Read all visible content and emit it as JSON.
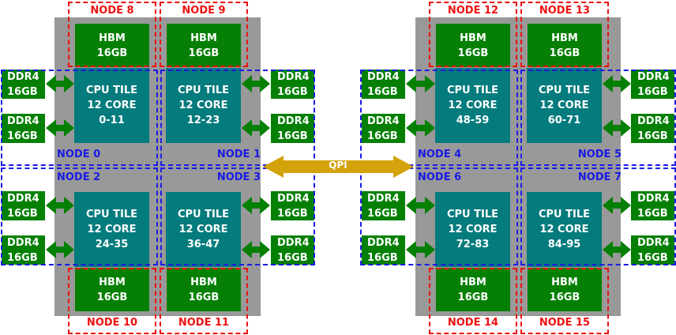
{
  "colors": {
    "package": "#999999",
    "memory": "#058005",
    "cpu_tile": "#047b7d",
    "hbm_node_outline": "#ee1111",
    "ddr_node_outline": "#1a1ae6",
    "qpi": "#d4a20a"
  },
  "qpi": {
    "label": "QPI"
  },
  "packages": [
    {
      "cpu_tiles": [
        {
          "l1": "CPU TILE",
          "l2": "12 CORE",
          "l3": "0-11"
        },
        {
          "l1": "CPU TILE",
          "l2": "12 CORE",
          "l3": "12-23"
        },
        {
          "l1": "CPU TILE",
          "l2": "12 CORE",
          "l3": "24-35"
        },
        {
          "l1": "CPU TILE",
          "l2": "12 CORE",
          "l3": "36-47"
        }
      ],
      "hbm": [
        {
          "l1": "HBM",
          "l2": "16GB",
          "node": "NODE 8"
        },
        {
          "l1": "HBM",
          "l2": "16GB",
          "node": "NODE 9"
        },
        {
          "l1": "HBM",
          "l2": "16GB",
          "node": "NODE 10"
        },
        {
          "l1": "HBM",
          "l2": "16GB",
          "node": "NODE 11"
        }
      ],
      "ddr_nodes": [
        "NODE 0",
        "NODE 1",
        "NODE 2",
        "NODE 3"
      ],
      "ddr": [
        {
          "l1": "DDR4",
          "l2": "16GB"
        },
        {
          "l1": "DDR4",
          "l2": "16GB"
        },
        {
          "l1": "DDR4",
          "l2": "16GB"
        },
        {
          "l1": "DDR4",
          "l2": "16GB"
        },
        {
          "l1": "DDR4",
          "l2": "16GB"
        },
        {
          "l1": "DDR4",
          "l2": "16GB"
        },
        {
          "l1": "DDR4",
          "l2": "16GB"
        },
        {
          "l1": "DDR4",
          "l2": "16GB"
        }
      ]
    },
    {
      "cpu_tiles": [
        {
          "l1": "CPU TILE",
          "l2": "12 CORE",
          "l3": "48-59"
        },
        {
          "l1": "CPU TILE",
          "l2": "12 CORE",
          "l3": "60-71"
        },
        {
          "l1": "CPU TILE",
          "l2": "12 CORE",
          "l3": "72-83"
        },
        {
          "l1": "CPU TILE",
          "l2": "12 CORE",
          "l3": "84-95"
        }
      ],
      "hbm": [
        {
          "l1": "HBM",
          "l2": "16GB",
          "node": "NODE 12"
        },
        {
          "l1": "HBM",
          "l2": "16GB",
          "node": "NODE 13"
        },
        {
          "l1": "HBM",
          "l2": "16GB",
          "node": "NODE 14"
        },
        {
          "l1": "HBM",
          "l2": "16GB",
          "node": "NODE 15"
        }
      ],
      "ddr_nodes": [
        "NODE 4",
        "NODE 5",
        "NODE 6",
        "NODE 7"
      ],
      "ddr": [
        {
          "l1": "DDR4",
          "l2": "16GB"
        },
        {
          "l1": "DDR4",
          "l2": "16GB"
        },
        {
          "l1": "DDR4",
          "l2": "16GB"
        },
        {
          "l1": "DDR4",
          "l2": "16GB"
        },
        {
          "l1": "DDR4",
          "l2": "16GB"
        },
        {
          "l1": "DDR4",
          "l2": "16GB"
        },
        {
          "l1": "DDR4",
          "l2": "16GB"
        },
        {
          "l1": "DDR4",
          "l2": "16GB"
        }
      ]
    }
  ]
}
